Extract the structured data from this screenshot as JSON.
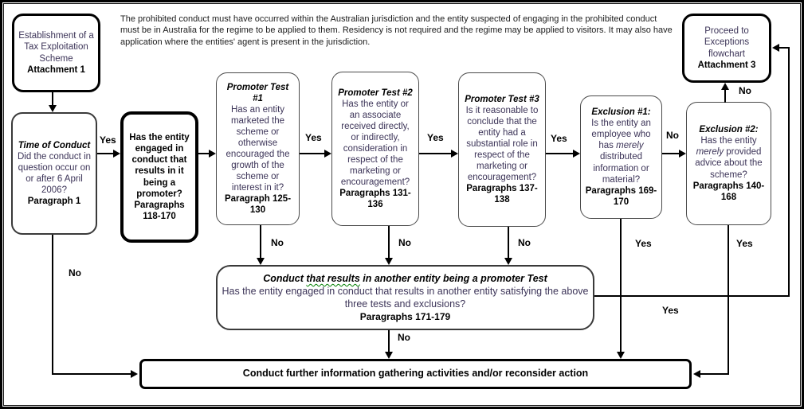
{
  "colors": {
    "question_text": "#3c3458",
    "line": "#000000",
    "grammar_underline": "#008000"
  },
  "top_note": "The prohibited conduct must have occurred within the Australian jurisdiction and the entity suspected of engaging in the prohibited conduct must be in Australia for the regime to be applied to them. Residency is not required and the regime may be applied to visitors. It may also have application where the entities' agent is present in the jurisdiction.",
  "labels": {
    "yes": "Yes",
    "no": "No"
  },
  "nodes": {
    "establishment": {
      "text": "Establishment of a Tax Exploitation Scheme",
      "ref": "Attachment 1"
    },
    "proceed": {
      "text": "Proceed to Exceptions flowchart",
      "ref": "Attachment 3"
    },
    "time_of_conduct": {
      "title": "Time of Conduct",
      "question": "Did the conduct in question occur on or after 6 April 2006?",
      "ref": "Paragraph 1"
    },
    "engaged": {
      "question": "Has the entity engaged in conduct that results in it being a promoter?",
      "ref": "Paragraphs 118-170"
    },
    "test1": {
      "title": "Promoter Test #1",
      "question": "Has an entity marketed the scheme or otherwise encouraged the growth of the scheme or interest in it?",
      "ref": "Paragraph 125-130"
    },
    "test2": {
      "title": "Promoter Test #2",
      "question": "Has the entity or an associate received directly, or indirectly, consideration in respect of the marketing or encouragement?",
      "ref": "Paragraphs 131-136"
    },
    "test3": {
      "title": "Promoter Test #3",
      "question": "Is it reasonable to conclude that the entity had a substantial role in respect of the marketing or encouragement?",
      "ref": "Paragraphs 137-138"
    },
    "exclusion1": {
      "title": "Exclusion #1:",
      "q_pre": "Is the entity an employee who has ",
      "q_italic": "merely",
      "q_post": " distributed information or material?",
      "ref": "Paragraphs 169-170"
    },
    "exclusion2": {
      "title": "Exclusion #2:",
      "q_pre": "Has the entity ",
      "q_italic": "merely",
      "q_post": " provided advice about the scheme?",
      "ref": "Paragraphs 140-168"
    },
    "another_entity": {
      "title_pre": "Conduct ",
      "title_marked": "that results",
      "title_post": " in another entity being a promoter Test",
      "question": "Has the entity engaged in conduct that results in another entity satisfying the above three tests and exclusions?",
      "ref": "Paragraphs 171-179"
    },
    "gather": {
      "text": "Conduct further information gathering activities and/or reconsider action"
    }
  }
}
